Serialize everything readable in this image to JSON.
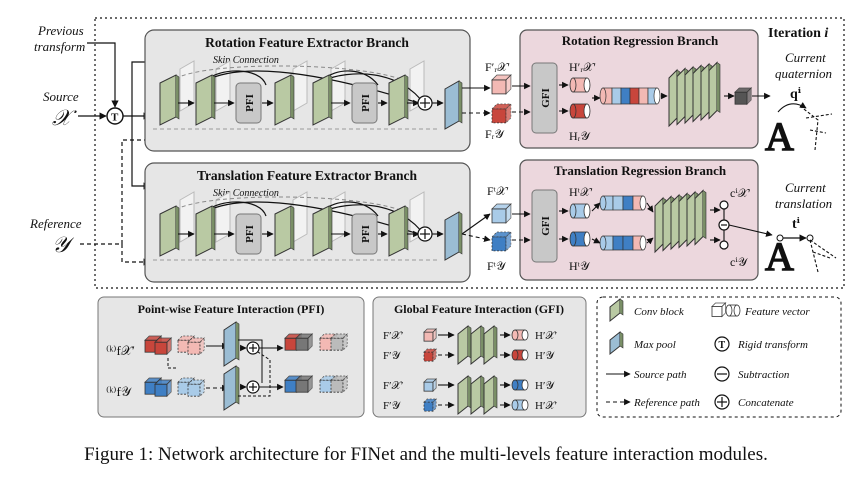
{
  "input_labels": {
    "previous_transform_line1": "Previous",
    "previous_transform_line2": "transform",
    "source": "Source",
    "source_symbol": "𝒳",
    "reference": "Reference",
    "reference_symbol": "𝒴"
  },
  "iteration_label": "Iteration",
  "iteration_symbol": "i",
  "rotation_extractor": {
    "title": "Rotation Feature Extractor Branch",
    "skip_label": "Skip Connection",
    "pfi_label": "PFI"
  },
  "translation_extractor": {
    "title": "Translation Feature Extractor Branch",
    "skip_label": "Skip Connection",
    "pfi_label": "PFI"
  },
  "rotation_regression": {
    "title": "Rotation Regression Branch",
    "gfi_label": "GFI"
  },
  "translation_regression": {
    "title": "Translation Regression Branch",
    "gfi_label": "GFI"
  },
  "feature_labels": {
    "rot_fx": "F′ᵣ𝒳′",
    "rot_fy": "Fᵣ𝒴",
    "rot_hx": "H′ᵣ𝒳′",
    "rot_hy": "Hᵣ𝒴",
    "trans_fx": "Fᵗ𝒳′",
    "trans_fy": "Fᵗ𝒴",
    "trans_hx": "Hᵗ𝒳′",
    "trans_hy": "Hᵗ𝒴",
    "trans_cx": "cⁱ𝒳′",
    "trans_cy": "cⁱ𝒴"
  },
  "outputs": {
    "quaternion_line1": "Current",
    "quaternion_line2": "quaternion",
    "quaternion_symbol": "qⁱ",
    "translation_line1": "Current",
    "translation_line2": "translation",
    "translation_symbol": "tⁱ",
    "letter": "A",
    "rigid_symbol": "T"
  },
  "pfi_panel": {
    "title": "Point-wise Feature Interaction (PFI)",
    "fx_label": "⁽ᵏ⁾f𝒳′",
    "fy_label": "⁽ᵏ⁾f𝒴"
  },
  "gfi_panel": {
    "title": "Global Feature Interaction (GFI)",
    "left_labels": [
      "F′𝒳′",
      "F′𝒴",
      "F′𝒳′",
      "F′𝒴"
    ],
    "right_labels": [
      "H′𝒳′",
      "H′𝒴",
      "H′𝒴",
      "H′𝒳′"
    ]
  },
  "legend": {
    "items": [
      {
        "label": "Conv block",
        "icon": "conv-block-icon"
      },
      {
        "label": "Feature vector",
        "icon": "feature-vector-icon"
      },
      {
        "label": "Max pool",
        "icon": "max-pool-icon"
      },
      {
        "label": "Rigid transform",
        "icon": "rigid-transform-icon",
        "symbol": "T"
      },
      {
        "label": "Source path",
        "icon": "solid-arrow-icon"
      },
      {
        "label": "Subtraction",
        "icon": "subtraction-icon"
      },
      {
        "label": "Reference path",
        "icon": "dashed-arrow-icon"
      },
      {
        "label": "Concatenate",
        "icon": "concatenate-icon"
      }
    ]
  },
  "caption": "Figure 1: Network architecture for FINet and the multi-levels feature interaction modules.",
  "colors": {
    "conv_green": "#b9c9a3",
    "conv_green_dark": "#8da77a",
    "maxpool_blue": "#9bbdd4",
    "extractor_bg": "#e6e6e6",
    "regression_bg": "#ecd7dd",
    "red_feature": "#c8463c",
    "light_red": "#f3b9b4",
    "blue_feature": "#3f7fc4",
    "light_blue": "#a9cbe8",
    "gray_block": "#c8c8c8"
  }
}
